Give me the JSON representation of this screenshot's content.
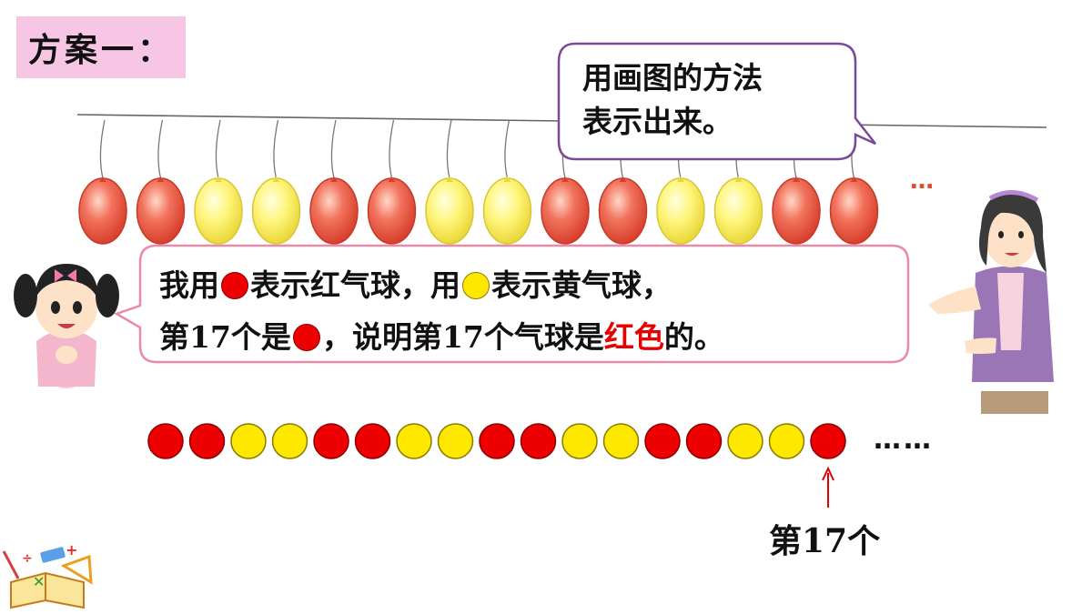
{
  "title": "方案一：",
  "teacher_speech": {
    "line1": "用画图的方法",
    "line2": "表示出来。"
  },
  "girl_speech": {
    "line1_a": "我用",
    "line1_b": "表示红气球，用",
    "line1_c": "表示黄气球，",
    "line2_a": "第17个是",
    "line2_b": "，说明第17个气球是",
    "line2_red": "红色",
    "line2_c": "的。"
  },
  "balloons_colors": [
    "red",
    "red",
    "yellow",
    "yellow",
    "red",
    "red",
    "yellow",
    "yellow",
    "red",
    "red",
    "yellow",
    "yellow",
    "red",
    "red"
  ],
  "balloons_trailing": "…",
  "circle_sequence": [
    "red",
    "red",
    "yellow",
    "yellow",
    "red",
    "red",
    "yellow",
    "yellow",
    "red",
    "red",
    "yellow",
    "yellow",
    "red",
    "red",
    "yellow",
    "yellow",
    "red"
  ],
  "circle_trailing": "……",
  "pointer_label": "第17个",
  "colors": {
    "red": "#ee0000",
    "yellow": "#ffe800",
    "title_bg": "#f7c6e4",
    "bubble_border": "#7a4a9a",
    "bubble_border_girl": "#e88aa8"
  }
}
